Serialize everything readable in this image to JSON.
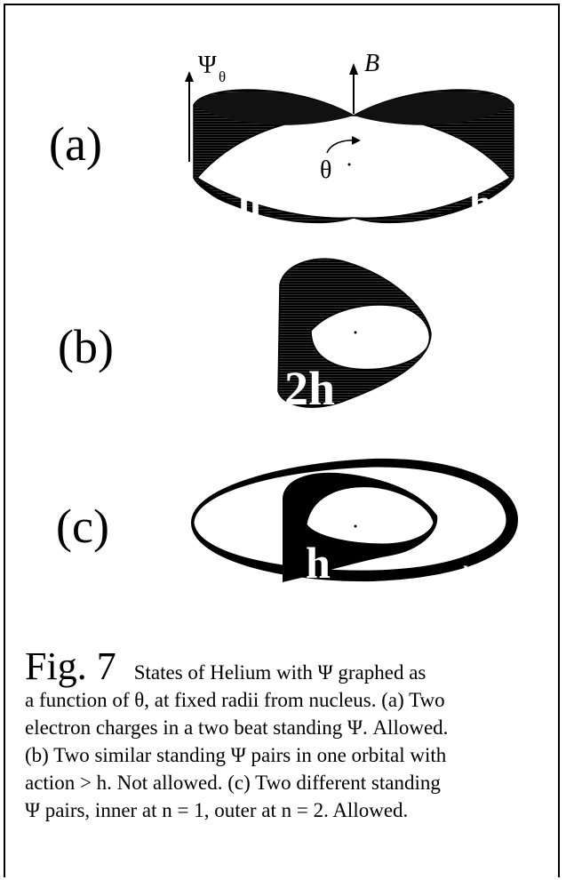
{
  "panels": [
    {
      "label": "(a)",
      "letters": [
        "h",
        "h"
      ]
    },
    {
      "label": "(b)",
      "letters": [
        "2h"
      ]
    },
    {
      "label": "(c)",
      "letters": [
        "h",
        "h"
      ]
    }
  ],
  "axis_labels": {
    "psi_theta": "Ψ",
    "psi_sub": "θ",
    "field": "B",
    "theta": "θ"
  },
  "caption": {
    "fig_title": "Fig. 7",
    "lines": [
      "States of Helium  with Ψ graphed as",
      "a function of θ, at fixed radii from  nucleus.  (a) Two",
      "electron charges in a two beat standing Ψ.   Allowed.",
      "(b) Two similar standing Ψ pairs in one orbital with",
      "action > h.   Not allowed.   (c) Two different standing",
      "Ψ pairs, inner at n = 1, outer at n = 2.   Allowed."
    ]
  }
}
